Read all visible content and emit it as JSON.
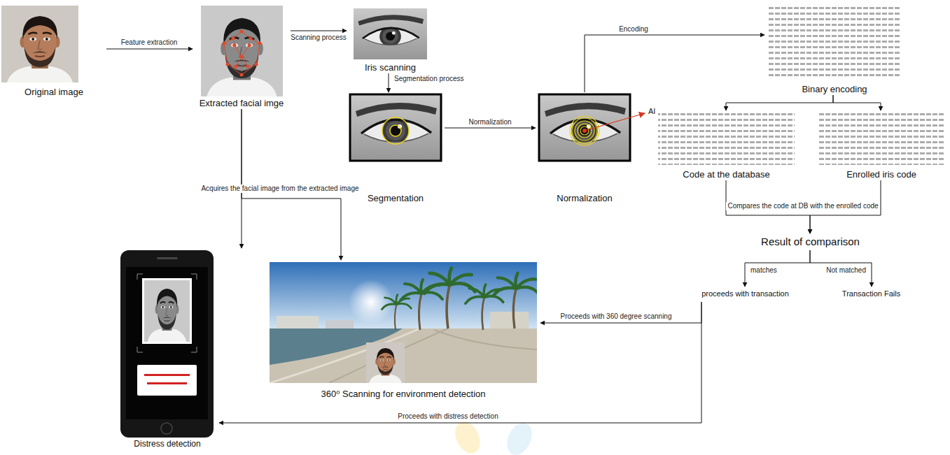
{
  "diagram": {
    "nodes": [
      {
        "text": [
          "Original image"
        ]
      },
      {
        "text": [
          "Extracted facial imge"
        ]
      },
      {
        "text": [
          "Iris scanning"
        ]
      },
      {
        "text": [
          "Segmentation"
        ]
      },
      {
        "text": [
          "Normalization"
        ]
      },
      {
        "text": [
          "Binary encoding"
        ]
      },
      {
        "text": [
          "Code at the database"
        ]
      },
      {
        "text": [
          "Enrolled iris code"
        ]
      },
      {
        "text": [
          "Result of comparison"
        ]
      },
      {
        "text": [
          "proceeds with transaction"
        ]
      },
      {
        "text": [
          "Transaction Fails"
        ]
      },
      {
        "text": [
          "360⁰ Scanning for environment detection"
        ]
      },
      {
        "text": [
          "Distress detection"
        ]
      }
    ],
    "edges": [
      {
        "from": 0,
        "to": 1,
        "arrow": "to",
        "label": "Feature extraction"
      },
      {
        "from": 1,
        "to": 2,
        "arrow": "to",
        "label": "Scanning process"
      },
      {
        "from": 2,
        "to": 3,
        "arrow": "to",
        "label": "Segmentation process"
      },
      {
        "from": 3,
        "to": 4,
        "arrow": "to",
        "label": "Normalization"
      },
      {
        "from": 4,
        "to": 5,
        "arrow": "to",
        "label": "Encoding"
      },
      {
        "from": 5,
        "to": 6,
        "arrow": "to"
      },
      {
        "from": 5,
        "to": 7,
        "arrow": "to"
      },
      {
        "from": 6,
        "to": 8,
        "arrow": "to",
        "label": "Compares the code at DB with the enrolled code"
      },
      {
        "from": 7,
        "to": 8,
        "arrow": "to"
      },
      {
        "from": 8,
        "to": 9,
        "arrow": "to",
        "label": "matches"
      },
      {
        "from": 8,
        "to": 10,
        "arrow": "to",
        "label": "Not matched"
      },
      {
        "from": 9,
        "to": 11,
        "arrow": "to",
        "label": "Proceeds with 360 degree scanning"
      },
      {
        "from": 9,
        "to": 12,
        "arrow": "to",
        "label": "Proceeds with distress detection"
      },
      {
        "from": 1,
        "to": 11,
        "arrow": "to"
      },
      {
        "from": 1,
        "to": 12,
        "arrow": "to",
        "label": "Acquires the facial image from the extracted image"
      }
    ],
    "labels": [
      "AI"
    ]
  }
}
